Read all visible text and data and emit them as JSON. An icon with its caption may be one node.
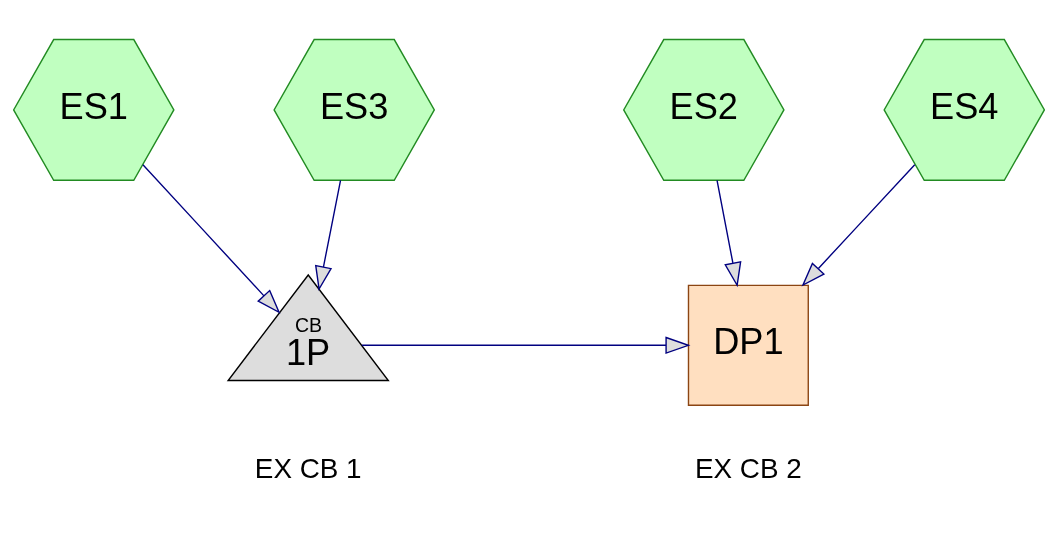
{
  "diagram": {
    "nodes": [
      {
        "text": [
          "ES1"
        ]
      },
      {
        "text": [
          "ES3"
        ]
      },
      {
        "text": [
          "ES2"
        ]
      },
      {
        "text": [
          "ES4"
        ]
      },
      {
        "text": [
          "CB",
          "1P"
        ],
        "beside": [
          "EX CB 1"
        ]
      },
      {
        "text": [
          "DP1"
        ],
        "beside": [
          "EX CB 2"
        ]
      }
    ],
    "edges": [
      {
        "from": 0,
        "to": 4,
        "arrow": "to"
      },
      {
        "from": 1,
        "to": 4,
        "arrow": "to"
      },
      {
        "from": 2,
        "to": 5,
        "arrow": "to"
      },
      {
        "from": 3,
        "to": 5,
        "arrow": "to"
      },
      {
        "from": 4,
        "to": 5,
        "arrow": "to"
      }
    ]
  }
}
